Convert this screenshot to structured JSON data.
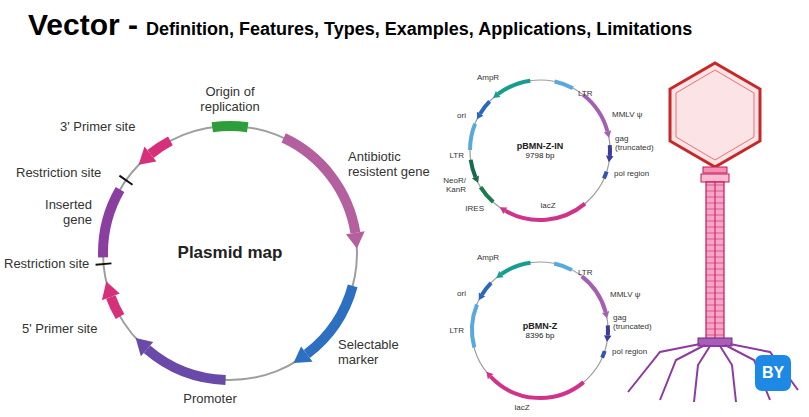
{
  "diagram": {
    "title": "Vector -",
    "nodes": [
      {
        "text": [
          "Plasmid map"
        ]
      },
      {
        "text": [
          "pBMN-Z-IN",
          "9798 bp"
        ]
      },
      {
        "text": [
          "pBMN-Z",
          "8396 bp"
        ]
      }
    ],
    "labels": [
      "Definition, Features, Types, Examples, Applications, Limitations",
      "Origin of replication",
      "3' Primer site",
      "Restriction site",
      "Inserted gene",
      "Restriction site",
      "5' Primer site",
      "Antibiotic resistent gene",
      "Selectable marker",
      "Promoter",
      "AmpR",
      "LTR",
      "MMLV ψ",
      "gag (truncated)",
      "pol region",
      "lacZ",
      "IRES",
      "NeoR/ KanR",
      "LTR",
      "ori",
      "AmpR",
      "LTR",
      "MMLV ψ",
      "gag (truncated)",
      "pol region",
      "lacZ",
      "LTR",
      "ori",
      "BY"
    ]
  }
}
